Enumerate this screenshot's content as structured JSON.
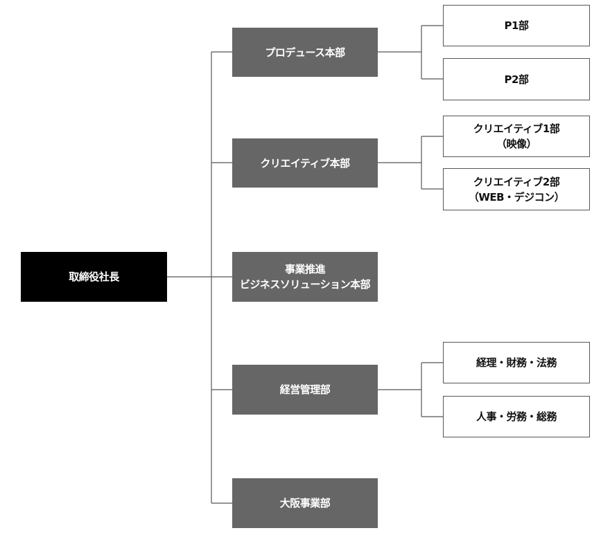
{
  "org_chart": {
    "root": {
      "label": "取締役社長"
    },
    "divisions": [
      {
        "label": "プロデュース本部",
        "departments": [
          {
            "label": "P1部"
          },
          {
            "label": "P2部"
          }
        ]
      },
      {
        "label": "クリエイティブ本部",
        "departments": [
          {
            "label": "クリエイティブ1部\n（映像）"
          },
          {
            "label": "クリエイティブ2部\n（WEB・デジコン）"
          }
        ]
      },
      {
        "label": "事業推進\nビジネスソリューション本部",
        "departments": []
      },
      {
        "label": "経営管理部",
        "departments": [
          {
            "label": "経理・財務・法務"
          },
          {
            "label": "人事・労務・総務"
          }
        ]
      },
      {
        "label": "大阪事業部",
        "departments": []
      }
    ]
  },
  "colors": {
    "root_fill": "#000000",
    "division_fill": "#666666",
    "department_fill": "#ffffff",
    "connector": "#555555"
  }
}
